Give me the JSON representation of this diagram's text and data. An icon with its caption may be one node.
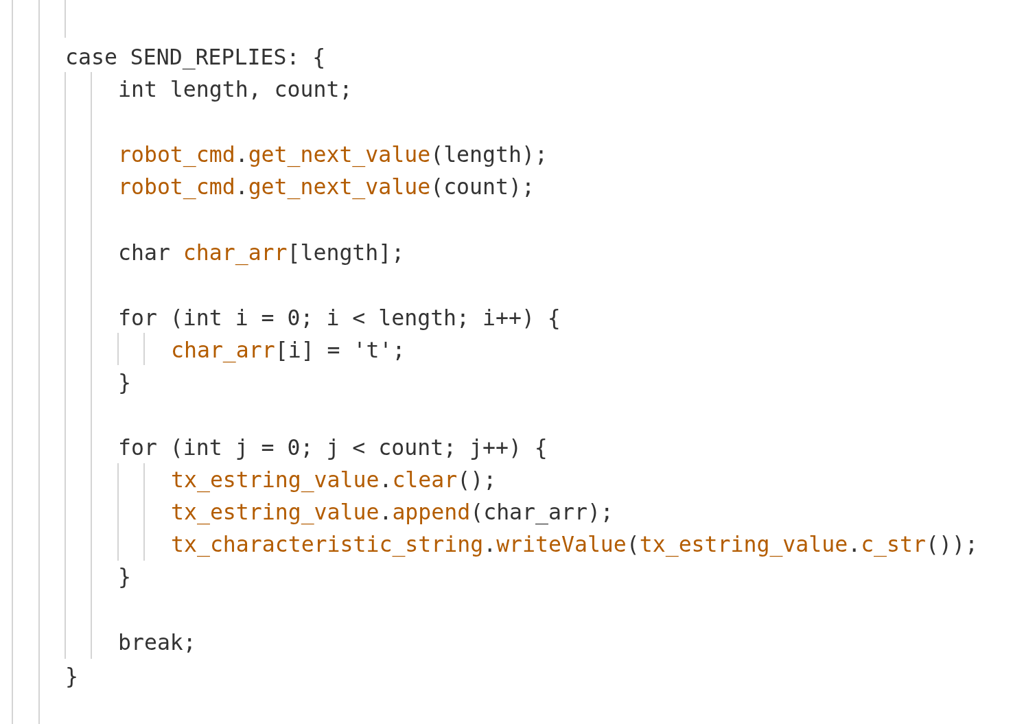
{
  "diagram": {
    "labels": [
      "case SEND_REPLIES: {",
      "int length, count;",
      "robot_cmd.get_next_value(length);",
      "robot_cmd.get_next_value(count);",
      "char char_arr[length];",
      "for (int i = 0; i < length; i++) {",
      "char_arr[i] = 't';",
      "}",
      "for (int j = 0; j < count; j++) {",
      "tx_estring_value.clear();",
      "tx_estring_value.append(char_arr);",
      "tx_characteristic_string.writeValue(tx_estring_value.c_str());",
      "}",
      "break;",
      "}"
    ]
  }
}
